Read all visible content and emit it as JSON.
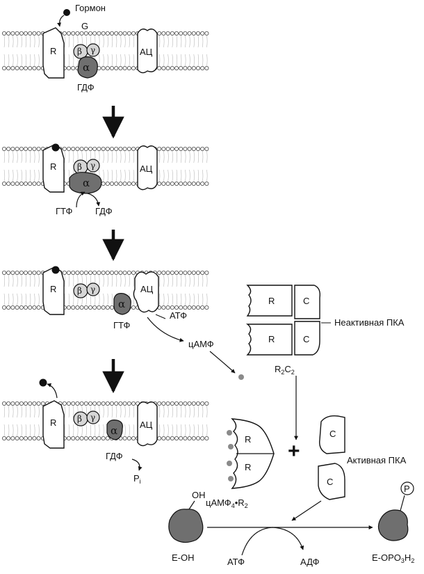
{
  "labels": {
    "hormone": "Гормон",
    "g": "G",
    "receptor": "R",
    "adenylyl_cyclase": "АЦ",
    "beta": "β",
    "gamma": "γ",
    "alpha": "α",
    "gdp": "ГДФ",
    "gtp": "ГТФ",
    "atp": "АТФ",
    "adp": "АДФ",
    "camp": "цАМФ",
    "pi_main": "P",
    "pi_sub": "i",
    "catalytic": "C",
    "inactive_pka": "Неактивная ПКА",
    "active_pka": "Активная ПКА",
    "r2c2_main": "R",
    "r2c2_sub1": "2",
    "r2c2_mid": "C",
    "r2c2_sub2": "2",
    "camp_complex_main": "цАМФ",
    "camp_complex_sub1": "4",
    "camp_complex_mid": "•R",
    "camp_complex_sub2": "2",
    "oh": "OH",
    "e_oh": "E-OH",
    "e_opo3h2": "E-OPO",
    "e_opo3h2_sub1": "3",
    "e_opo3h2_h": "H",
    "e_opo3h2_sub2": "2",
    "phosphate_mark": "P",
    "plus": "+"
  },
  "colors": {
    "ink": "#111111",
    "alpha_fill": "#6f6f6f",
    "subunit_fill": "#d6d6d6",
    "membrane_head": "#ffffff",
    "camp_dot": "#8a8a8a"
  }
}
